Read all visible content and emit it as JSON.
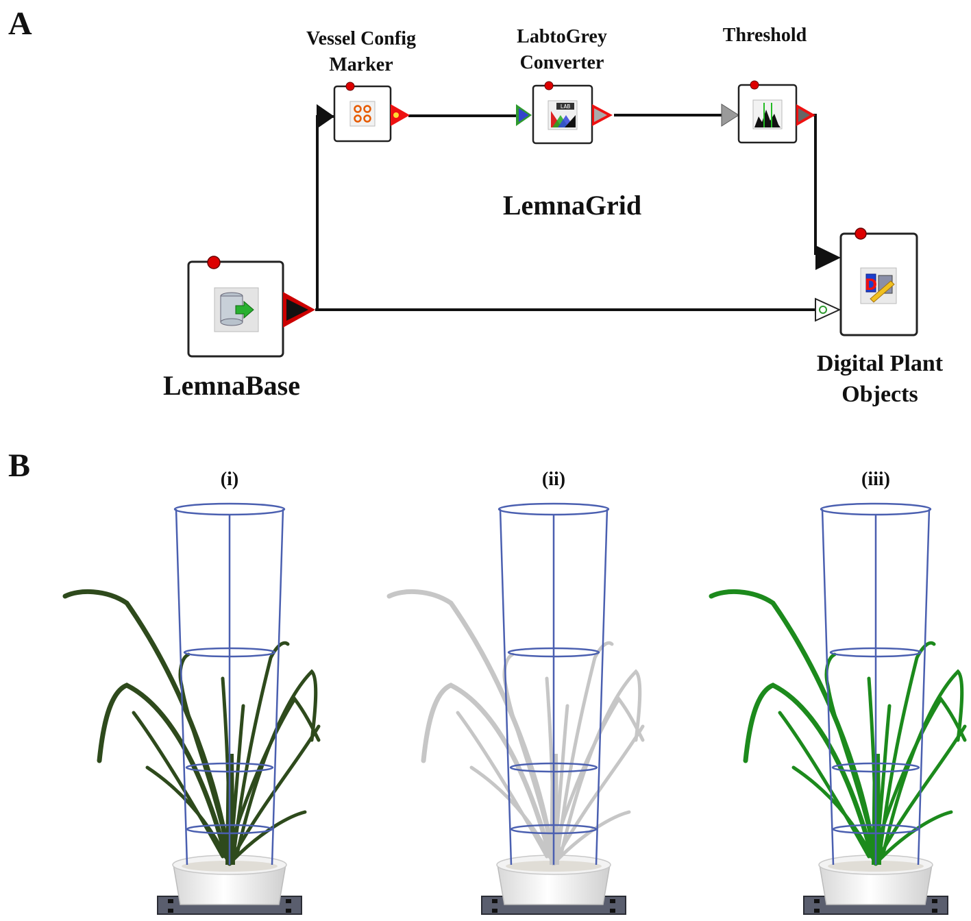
{
  "panel_a": {
    "letter": "A",
    "pipeline_label": "LemnaGrid",
    "nodes": {
      "lemnabase": {
        "label": "LemnaBase"
      },
      "vessel": {
        "label_line1": "Vessel Config",
        "label_line2": "Marker"
      },
      "labtogrey": {
        "label_line1": "LabtoGrey",
        "label_line2": "Converter"
      },
      "threshold": {
        "label": "Threshold"
      },
      "dpo": {
        "label_line1": "Digital Plant",
        "label_line2": "Objects"
      }
    }
  },
  "panel_b": {
    "letter": "B",
    "images": [
      {
        "label": "(i)",
        "plant_color": "#2e4a1c"
      },
      {
        "label": "(ii)",
        "plant_color": "#c6c6c6"
      },
      {
        "label": "(iii)",
        "plant_color": "#1c8a1c"
      }
    ],
    "cage_color": "#4a5fb0"
  },
  "colors": {
    "connector": "#111111",
    "node_border": "#222222",
    "status_dot": "#dd0000"
  }
}
